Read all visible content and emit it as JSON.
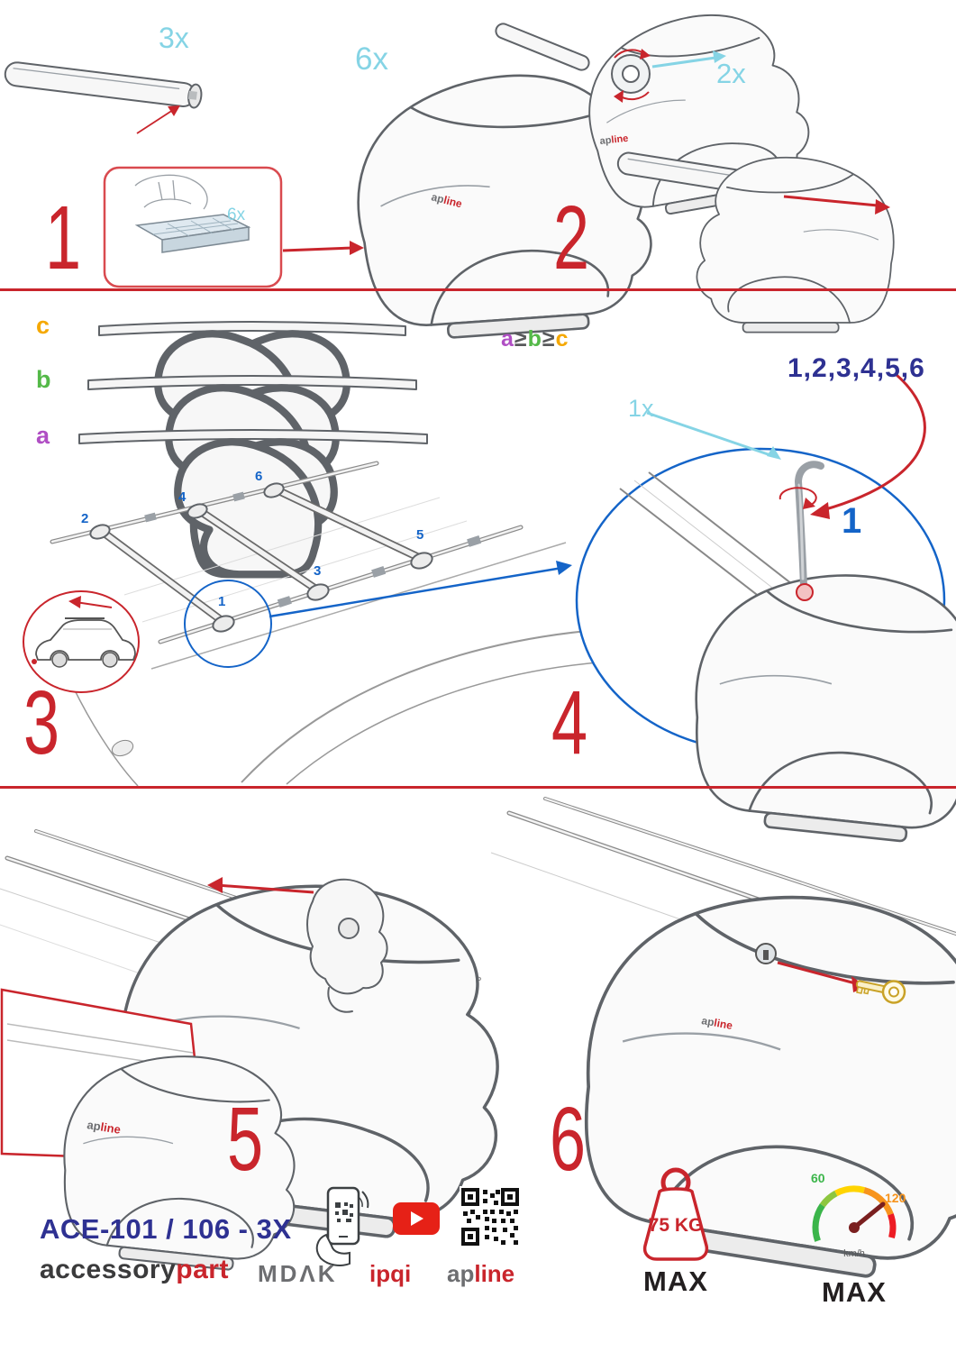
{
  "colors": {
    "accent_red": "#c9252c",
    "callout_cyan": "#85d4e5",
    "step_blue": "#1464c8",
    "print_blue": "#2e3192",
    "label_a_purple": "#b04fc4",
    "label_b_green": "#54b948",
    "label_c_orange": "#f5a800",
    "youtube_red": "#e62117"
  },
  "steps": {
    "one": {
      "number": "1",
      "bar_qty": "3x",
      "foot_qty": "6x",
      "pad_qty": "6x"
    },
    "two": {
      "number": "2",
      "knob_qty": "2x"
    },
    "three": {
      "number": "3",
      "bar_label_a": "a",
      "bar_label_b": "b",
      "bar_label_c": "c",
      "rule_a": "a",
      "rule_gte1": "≥",
      "rule_b": "b",
      "rule_gte2": "≥",
      "rule_c": "c",
      "pos1": "1",
      "pos2": "2",
      "pos3": "3",
      "pos4": "4",
      "pos5": "5",
      "pos6": "6"
    },
    "four": {
      "number": "4",
      "tool_qty": "1x",
      "tighten_sequence": "1,2,3,4,5,6",
      "first_position": "1"
    },
    "five": {
      "number": "5"
    },
    "six": {
      "number": "6"
    }
  },
  "brandbar": {
    "model": "ACE-101 / 106 - 3X",
    "brand_accessory": "accessory",
    "brand_part": "part",
    "mdak": "MDΛK",
    "ipqi": "ipqi",
    "apline_ap": "ap",
    "apline_line": "line"
  },
  "limits": {
    "max_load": "75 KG",
    "max_load_label": "MAX",
    "speed_tick_low": "60",
    "speed_tick_high": "120",
    "speed_unit": "km/h",
    "speed_label": "MAX"
  }
}
